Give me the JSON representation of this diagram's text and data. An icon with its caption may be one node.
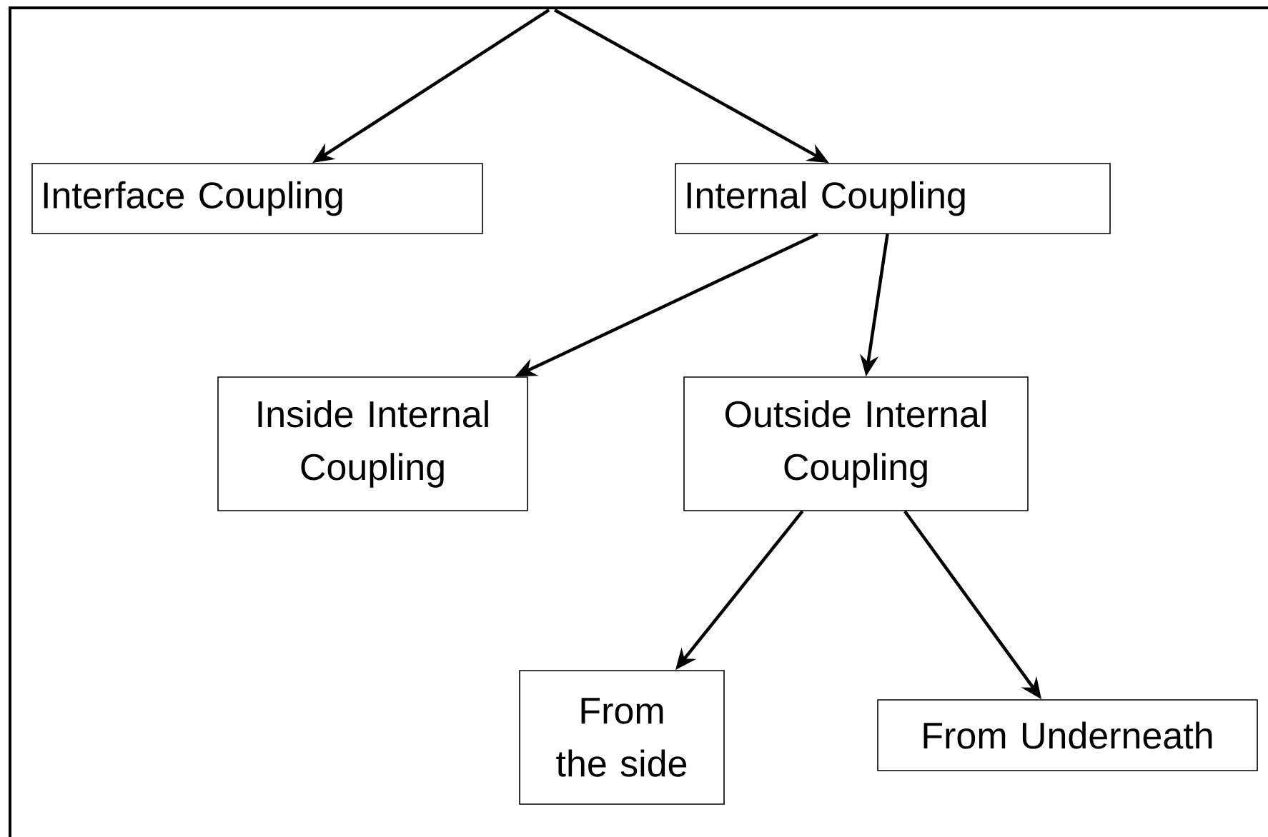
{
  "diagram": {
    "nodes": [
      {
        "text": [
          "Interface Coupling"
        ]
      },
      {
        "text": [
          "Internal Coupling"
        ]
      },
      {
        "text": [
          "Inside Internal Coupling"
        ]
      },
      {
        "text": [
          "Outside Internal Coupling"
        ]
      },
      {
        "text": [
          "From the side"
        ]
      },
      {
        "text": [
          "From Underneath"
        ]
      }
    ],
    "edges": [
      {
        "from": null,
        "to": 0,
        "arrow": "to"
      },
      {
        "from": null,
        "to": 1,
        "arrow": "to"
      },
      {
        "from": 1,
        "to": 2,
        "arrow": "to"
      },
      {
        "from": 1,
        "to": 3,
        "arrow": "to"
      },
      {
        "from": 3,
        "to": 4,
        "arrow": "to"
      },
      {
        "from": 3,
        "to": 5,
        "arrow": "to"
      }
    ]
  }
}
